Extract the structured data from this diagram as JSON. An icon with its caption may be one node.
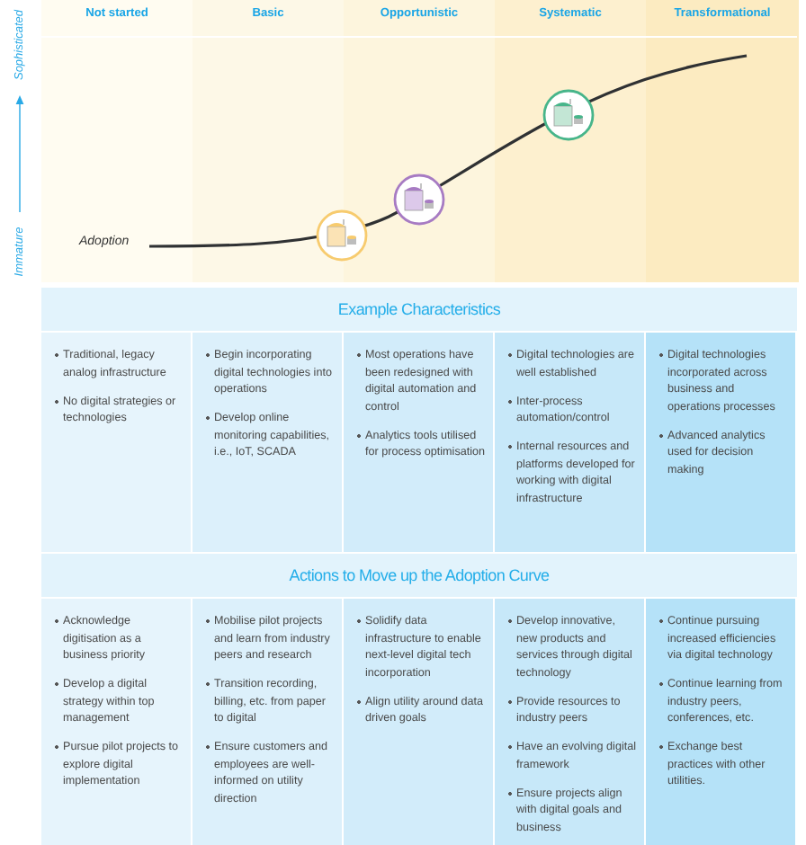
{
  "diagram": {
    "nodes": [
      {
        "text": [
          "Not started"
        ]
      },
      {
        "text": [
          "Basic"
        ]
      },
      {
        "text": [
          "Opportunistic"
        ]
      },
      {
        "text": [
          "Systematic"
        ]
      },
      {
        "text": [
          "Transformational"
        ]
      },
      {
        "text": [
          "Example Characteristics"
        ]
      },
      {
        "text": [
          "Traditional, legacy analog infrastructure",
          "No digital strategies or technologies"
        ]
      },
      {
        "text": [
          "Begin incorporating digital technologies into operations",
          "Develop online monitoring capabilities, i.e., IoT, SCADA"
        ]
      },
      {
        "text": [
          "Most operations have been redesigned with digital automation and control",
          "Analytics tools utilised for process optimisation"
        ]
      },
      {
        "text": [
          "Digital technologies are well established",
          "Inter-process automation/control",
          "Internal resources and platforms developed for working with digital infrastructure"
        ]
      },
      {
        "text": [
          "Digital technologies incorporated across business and operations processes",
          "Advanced analytics used for decision making"
        ]
      },
      {
        "text": [
          "Actions to Move up the Adoption Curve"
        ]
      },
      {
        "text": [
          "Acknowledge digitisation as a business priority",
          "Develop a digital strategy within top management",
          "Pursue pilot projects to explore digital implementation"
        ]
      },
      {
        "text": [
          "Mobilise pilot projects and learn from industry peers and research",
          "Transition recording, billing, etc. from paper to digital",
          "Ensure customers and employees are well-informed on utility direction"
        ]
      },
      {
        "text": [
          "Solidify data infrastructure to enable next-level digital tech incorporation",
          "Align utility around data driven goals"
        ]
      },
      {
        "text": [
          "Develop innovative, new products and services through digital technology",
          "Provide resources to industry peers",
          "Have an evolving digital framework",
          "Ensure projects align with digital goals and business"
        ]
      },
      {
        "text": [
          "Continue pursuing increased efficiencies via digital technology",
          "Continue learning from industry peers, conferences, etc.",
          "Exchange best practices with other utilities."
        ]
      }
    ],
    "labels": [
      "Sophisticated",
      "Adoption",
      "Immature"
    ]
  }
}
